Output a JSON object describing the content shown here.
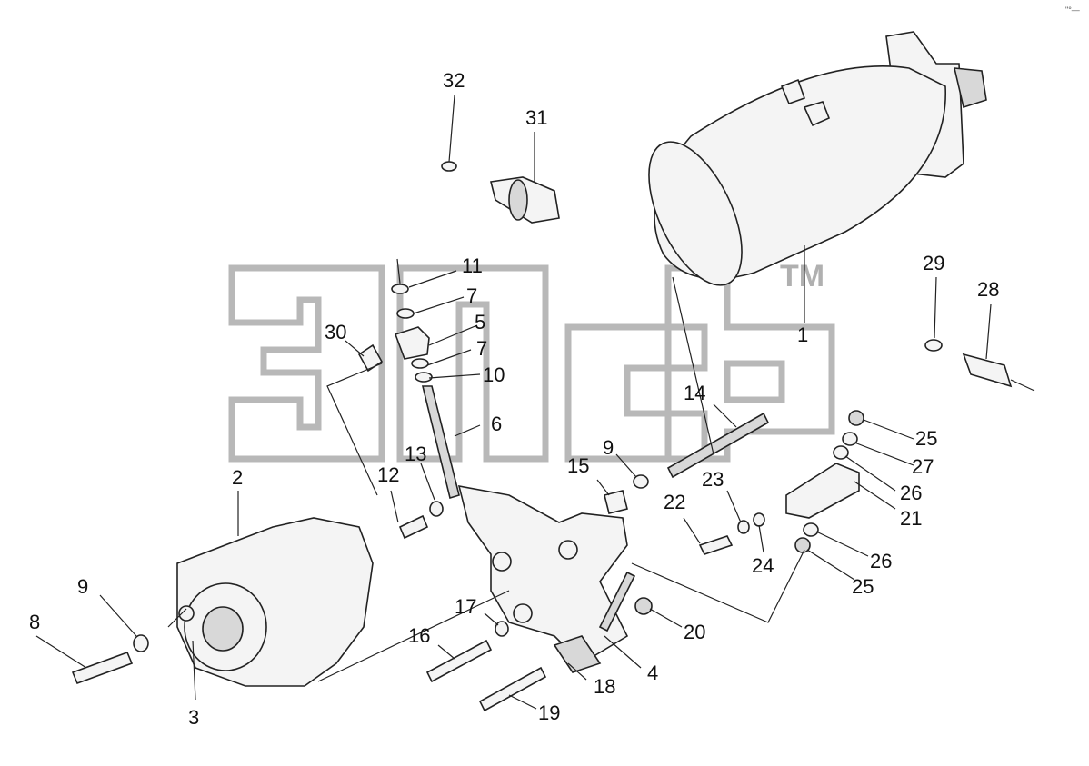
{
  "watermark": {
    "trademark": "TM"
  },
  "corner_mark": "\"°—",
  "callouts": [
    {
      "id": "c1",
      "text": "1"
    },
    {
      "id": "c2",
      "text": "2"
    },
    {
      "id": "c3",
      "text": "3"
    },
    {
      "id": "c4",
      "text": "4"
    },
    {
      "id": "c5",
      "text": "5"
    },
    {
      "id": "c6",
      "text": "6"
    },
    {
      "id": "c7a",
      "text": "7"
    },
    {
      "id": "c7b",
      "text": "7"
    },
    {
      "id": "c8",
      "text": "8"
    },
    {
      "id": "c9a",
      "text": "9"
    },
    {
      "id": "c9b",
      "text": "9"
    },
    {
      "id": "c10",
      "text": "10"
    },
    {
      "id": "c11",
      "text": "11"
    },
    {
      "id": "c12",
      "text": "12"
    },
    {
      "id": "c13",
      "text": "13"
    },
    {
      "id": "c14",
      "text": "14"
    },
    {
      "id": "c15",
      "text": "15"
    },
    {
      "id": "c16",
      "text": "16"
    },
    {
      "id": "c17",
      "text": "17"
    },
    {
      "id": "c18",
      "text": "18"
    },
    {
      "id": "c19",
      "text": "19"
    },
    {
      "id": "c20",
      "text": "20"
    },
    {
      "id": "c21",
      "text": "21"
    },
    {
      "id": "c22",
      "text": "22"
    },
    {
      "id": "c23",
      "text": "23"
    },
    {
      "id": "c24",
      "text": "24"
    },
    {
      "id": "c25a",
      "text": "25"
    },
    {
      "id": "c25b",
      "text": "25"
    },
    {
      "id": "c26a",
      "text": "26"
    },
    {
      "id": "c26b",
      "text": "26"
    },
    {
      "id": "c27",
      "text": "27"
    },
    {
      "id": "c28",
      "text": "28"
    },
    {
      "id": "c29",
      "text": "29"
    },
    {
      "id": "c30",
      "text": "30"
    },
    {
      "id": "c31",
      "text": "31"
    },
    {
      "id": "c32",
      "text": "32"
    }
  ]
}
